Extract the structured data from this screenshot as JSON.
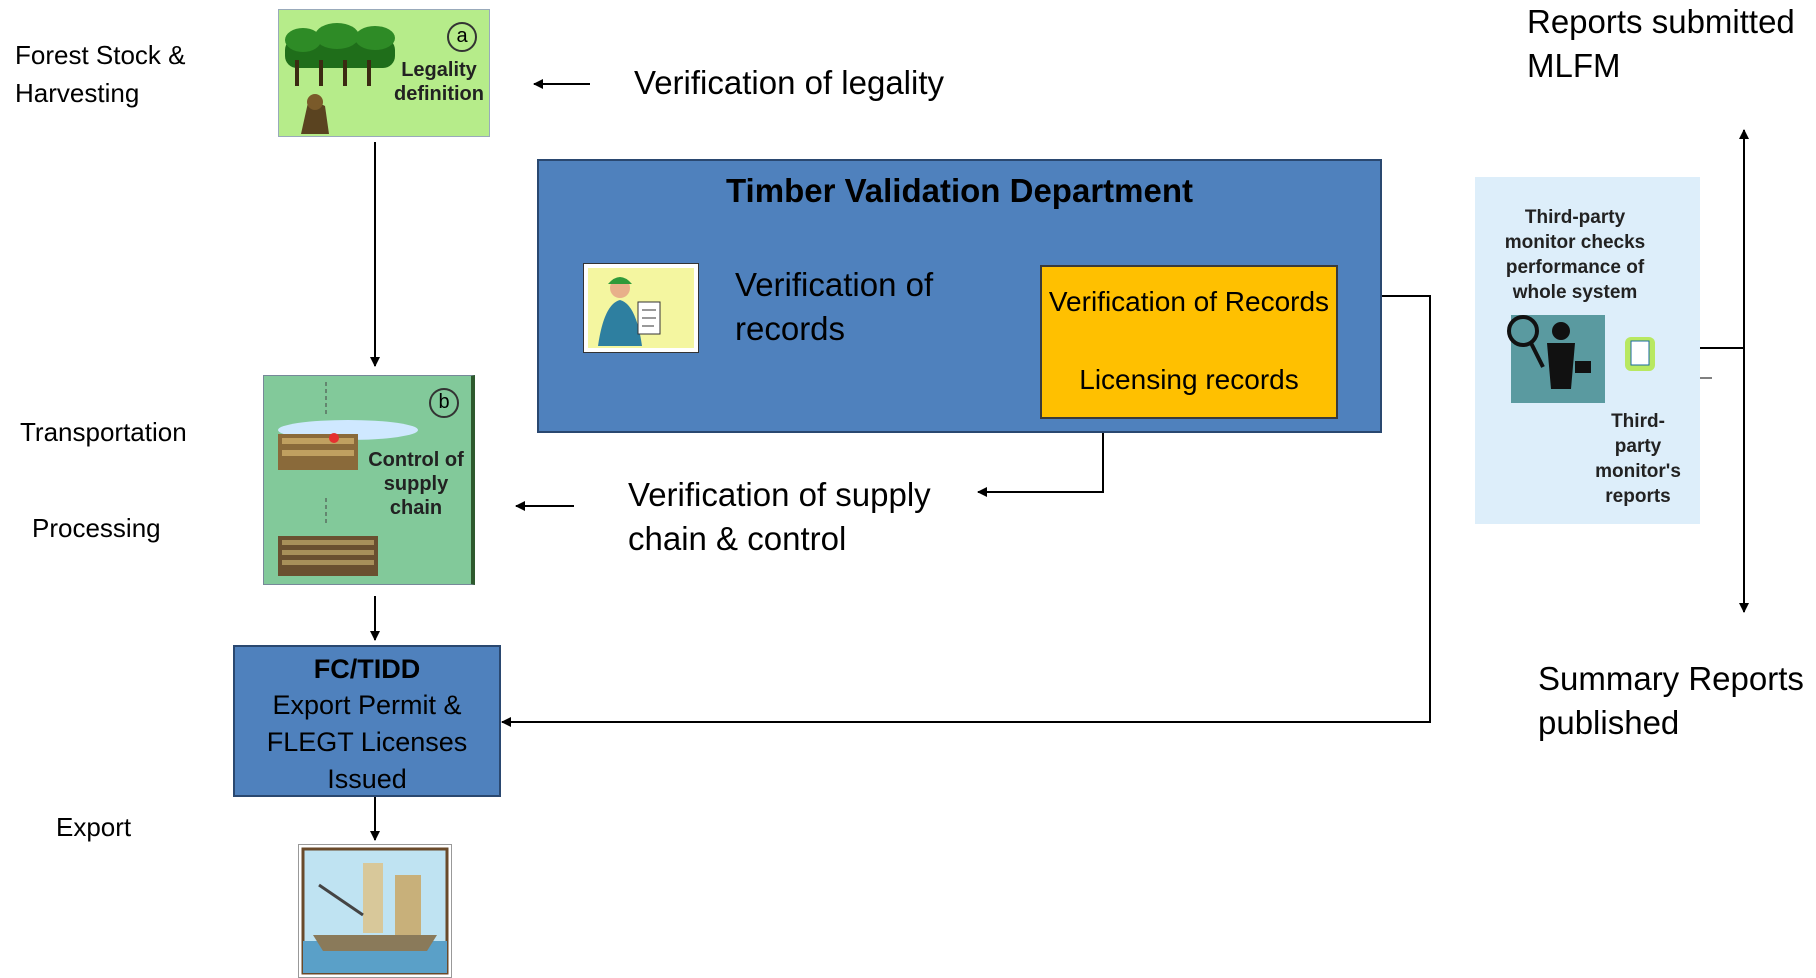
{
  "labels": {
    "forest_stock": [
      "Forest Stock &",
      "Harvesting"
    ],
    "transportation": "Transportation",
    "processing": "Processing",
    "export": "Export",
    "verification_legality": "Verification of legality",
    "verification_supply_chain": [
      "Verification of supply",
      "chain & control"
    ],
    "reports_submitted": [
      "Reports submitted",
      "MLFM"
    ],
    "summary_reports": [
      "Summary Reports",
      "published"
    ]
  },
  "tvd": {
    "title": "Timber Validation Department",
    "verification_records": [
      "Verification of",
      "records"
    ],
    "inner_box": [
      "Verification of Records",
      "Licensing records"
    ]
  },
  "fc_tidd": {
    "title": "FC/TIDD",
    "lines": [
      "Export Permit &",
      "FLEGT Licenses",
      "Issued"
    ]
  },
  "tile_a": {
    "badge": "a",
    "text": [
      "Legality",
      "definition"
    ]
  },
  "tile_b": {
    "badge": "b",
    "text": [
      "Control of",
      "supply",
      "chain"
    ]
  },
  "monitor": {
    "top_text": [
      "Third-party",
      "monitor checks",
      "performance of",
      "whole system"
    ],
    "bottom_text": [
      "Third-",
      "party",
      "monitor's",
      "reports"
    ]
  },
  "colors": {
    "blue": "#4f81bd",
    "yellow": "#ffc000",
    "green_a": "#b6ec8a",
    "green_b": "#82c99a"
  }
}
